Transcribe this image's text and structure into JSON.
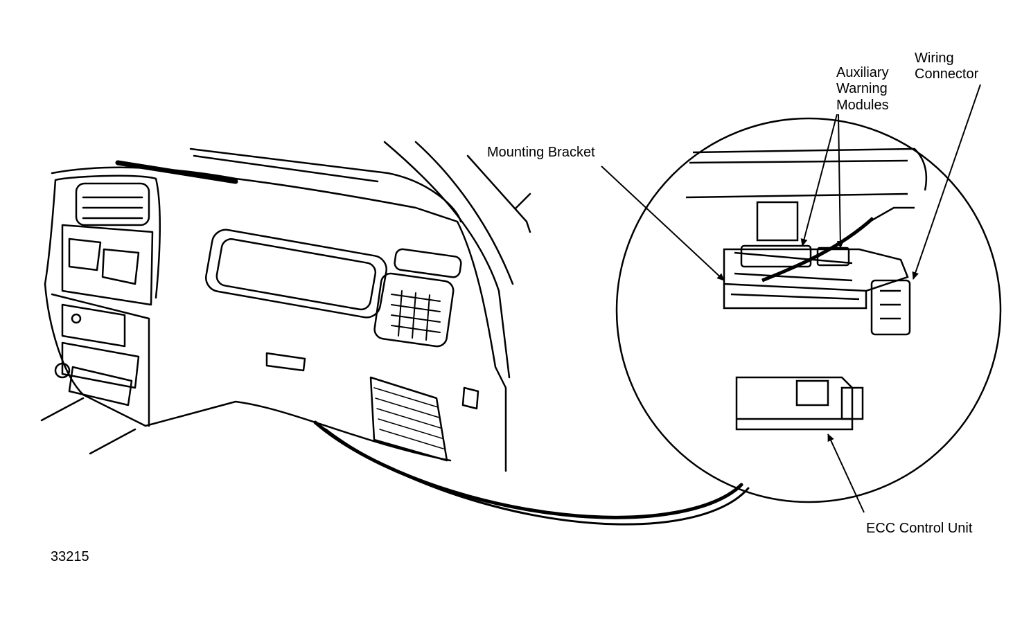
{
  "labels": {
    "mounting_bracket": "Mounting Bracket",
    "auxiliary_warning_modules": [
      "Auxiliary",
      "Warning",
      "Modules"
    ],
    "wiring_connector": [
      "Wiring",
      "Connector"
    ],
    "ecc_control_unit": "ECC Control Unit"
  },
  "figure_number": "33215",
  "colors": {
    "ink": "#000000",
    "paper": "#ffffff"
  }
}
